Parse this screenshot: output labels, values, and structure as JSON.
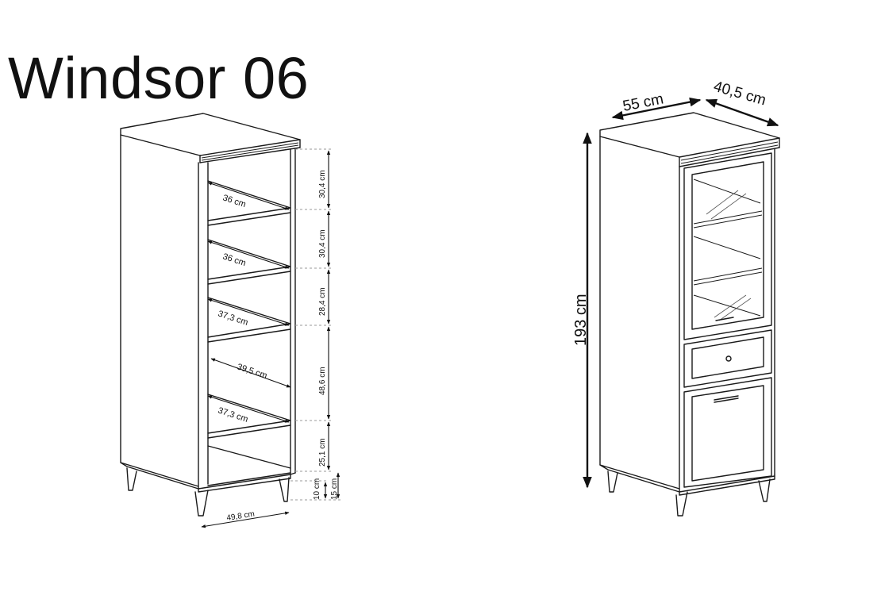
{
  "title": "Windsor 06",
  "left_view": {
    "shelf_depths": [
      "36 cm",
      "36 cm",
      "37,3 cm",
      "39,5 cm",
      "37,3 cm"
    ],
    "heights": [
      "30,4 cm",
      "30,4 cm",
      "28,4 cm",
      "48,6 cm",
      "25,1 cm"
    ],
    "leg_clearance": "10 cm",
    "base_height": "15 cm",
    "inner_width": "49,8 cm"
  },
  "right_view": {
    "width": "55 cm",
    "depth": "40,5 cm",
    "total_height": "193 cm"
  }
}
